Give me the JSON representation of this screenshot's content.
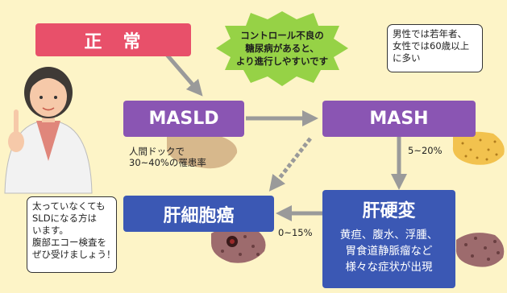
{
  "boxes": {
    "normal": "正　常",
    "masld": "MASLD",
    "mash": "MASH",
    "hcc": "肝細胞癌",
    "cirrhosis": {
      "title": "肝硬変",
      "lines": [
        "黄疸、腹水、浮腫、",
        "胃食道静脈瘤など",
        "様々な症状が出現"
      ]
    }
  },
  "starburst": {
    "lines": [
      "コントロール不良の",
      "糖尿病があると、",
      "より進行しやすいです"
    ]
  },
  "bubble_top_right": {
    "lines": [
      "男性では若年者、",
      "女性では60歳以上",
      "に多い"
    ]
  },
  "bubble_left": {
    "lines": [
      "太っていなくても",
      "SLDになる方は",
      "います。",
      "腹部エコー検査を",
      "ぜひ受けましょう！"
    ]
  },
  "notes": {
    "masld_rate": [
      "人間ドックで",
      "30~40%の罹患率"
    ],
    "mash_to_cirrhosis": "5~20%",
    "cirrhosis_to_hcc": "0~15%"
  },
  "colors": {
    "background": "#fdf4c7",
    "normal": "#e8506a",
    "masld_mash": "#8a55b3",
    "hcc_cirrhosis": "#3b58b4",
    "starburst": "#96d246",
    "arrow": "#9a9a9a"
  }
}
